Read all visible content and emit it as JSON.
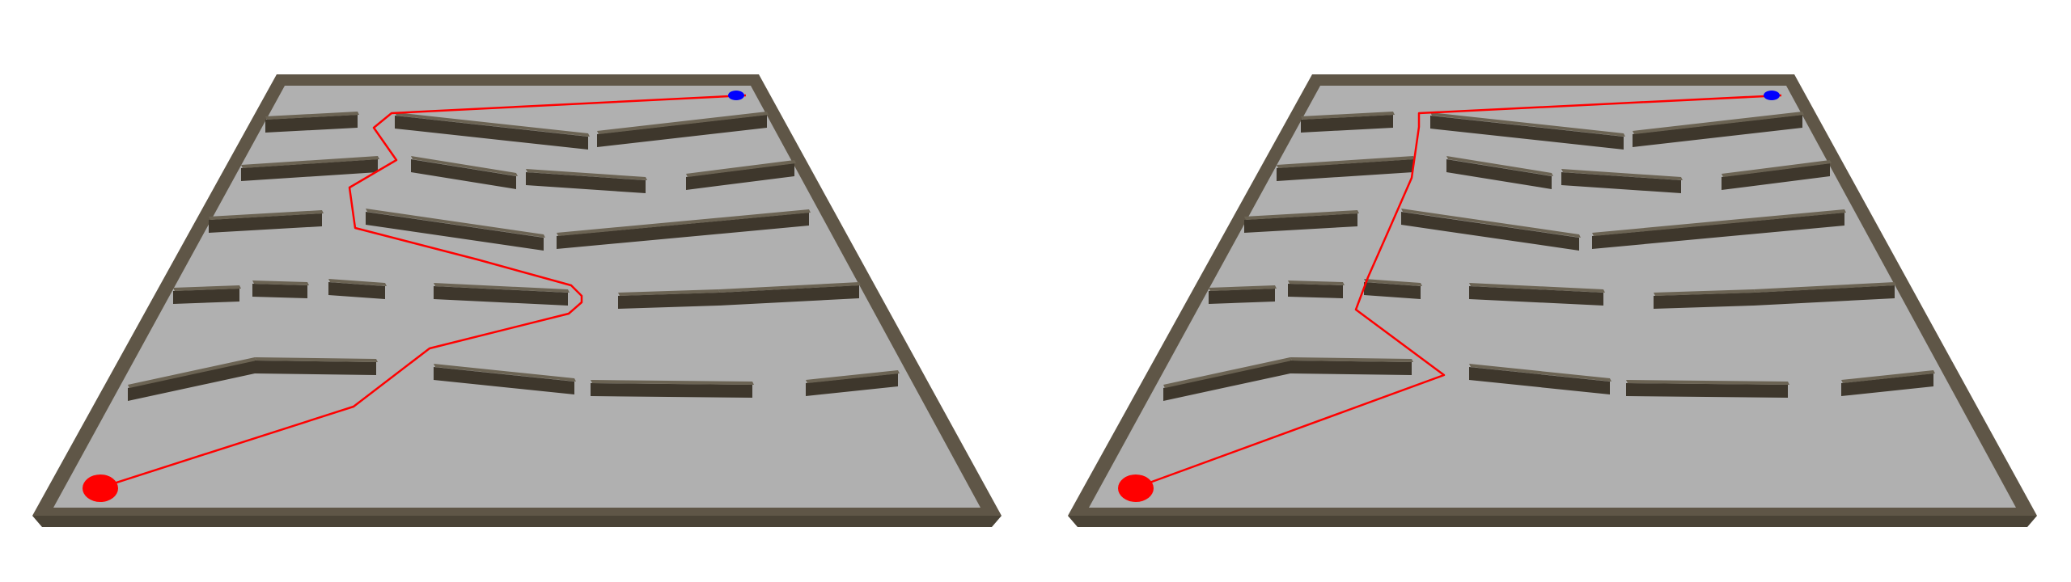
{
  "scene": {
    "panels": [
      {
        "name": "maze-panel-left",
        "path_variant": "left"
      },
      {
        "name": "maze-panel-right",
        "path_variant": "right"
      }
    ],
    "colors": {
      "background": "#ffffff",
      "floor": "#b0b0b0",
      "border_top": "#5f5647",
      "border_front": "#4a4336",
      "wall_top": "#6b6353",
      "wall_front": "#3e372c",
      "path": "#ff0000",
      "start_marker": "#ff0000",
      "goal_marker": "#0000ff"
    },
    "markers": {
      "start": "red-start-marker",
      "goal": "blue-goal-marker"
    }
  }
}
